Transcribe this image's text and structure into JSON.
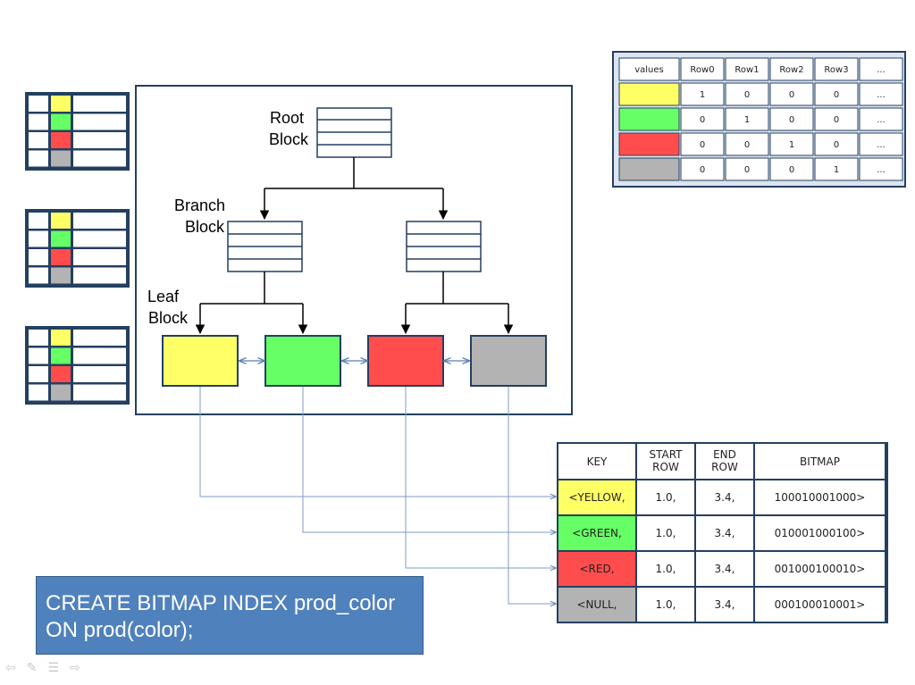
{
  "diagram": {
    "root_label": [
      "Root",
      "Block"
    ],
    "branch_label": [
      "Branch",
      "Block"
    ],
    "leaf_label": [
      "Leaf",
      "Block"
    ],
    "colors": {
      "yellow": "#ffff66",
      "green": "#66ff66",
      "red": "#ff4d4d",
      "gray": "#b3b3b3",
      "navy": "#243f60",
      "line": "#7f9ec4"
    }
  },
  "values_table": {
    "headers": [
      "values",
      "Row0",
      "Row1",
      "Row2",
      "Row3",
      "..."
    ],
    "rows": [
      {
        "color": "yellow",
        "cells": [
          "1",
          "0",
          "0",
          "0",
          "..."
        ]
      },
      {
        "color": "green",
        "cells": [
          "0",
          "1",
          "0",
          "0",
          "..."
        ]
      },
      {
        "color": "red",
        "cells": [
          "0",
          "0",
          "1",
          "0",
          "..."
        ]
      },
      {
        "color": "gray",
        "cells": [
          "0",
          "0",
          "0",
          "1",
          "..."
        ]
      }
    ]
  },
  "bitmap_table": {
    "headers": [
      [
        "KEY"
      ],
      [
        "START",
        "ROW"
      ],
      [
        "END",
        "ROW"
      ],
      [
        "BITMAP"
      ]
    ],
    "rows": [
      {
        "color": "yellow",
        "key": "<YELLOW,",
        "start": "1.0,",
        "end": "3.4,",
        "bitmap": "100010001000>"
      },
      {
        "color": "green",
        "key": "<GREEN,",
        "start": "1.0,",
        "end": "3.4,",
        "bitmap": "010001000100>"
      },
      {
        "color": "red",
        "key": "<RED,",
        "start": "1.0,",
        "end": "3.4,",
        "bitmap": "001000100010>"
      },
      {
        "color": "gray",
        "key": "<NULL,",
        "start": "1.0,",
        "end": "3.4,",
        "bitmap": "000100010001>"
      }
    ]
  },
  "sql": {
    "line1": "CREATE BITMAP INDEX prod_color",
    "line2": "ON prod(color);"
  },
  "nav_icons": [
    "back-arrow-icon",
    "pen-icon",
    "menu-icon",
    "forward-arrow-icon"
  ]
}
